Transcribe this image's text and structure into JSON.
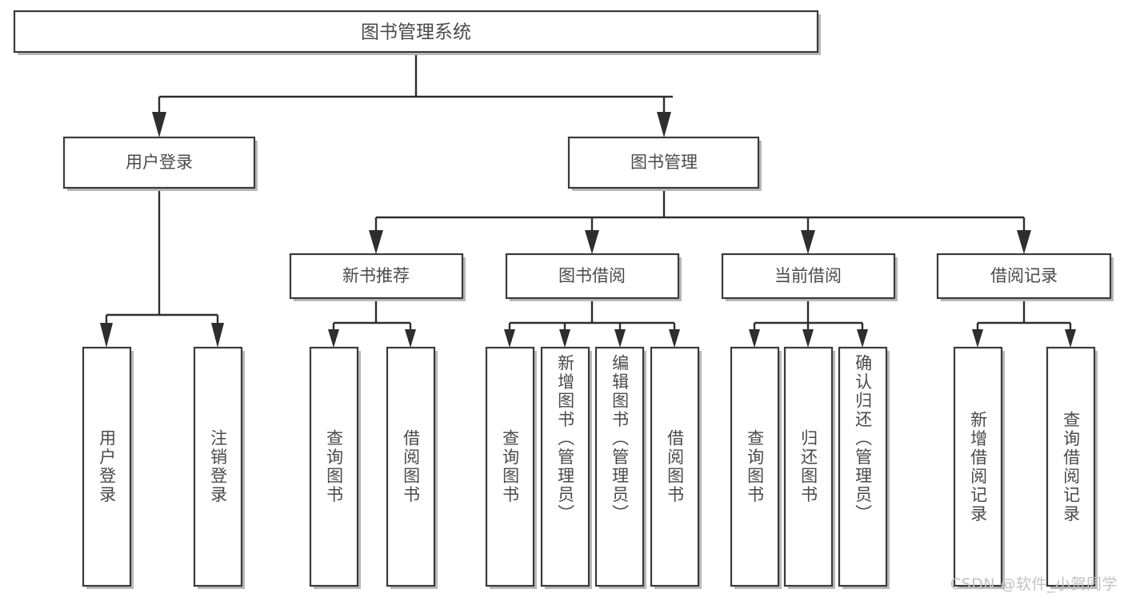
{
  "diagram": {
    "type": "tree",
    "title": "图书管理系统",
    "watermark": "CSDN @软件_小贺同学",
    "colors": {
      "background": "#ffffff",
      "box_stroke": "#3a3a3a",
      "box_fill": "#ffffff",
      "connector": "#2e2e2e",
      "text": "#4a4a4a",
      "watermark": "#c2c2c2"
    },
    "root": {
      "label": "图书管理系统",
      "orientation": "horizontal"
    },
    "level2": [
      {
        "label": "用户登录",
        "orientation": "horizontal"
      },
      {
        "label": "图书管理",
        "orientation": "horizontal"
      }
    ],
    "level3": [
      {
        "label": "新书推荐",
        "orientation": "horizontal"
      },
      {
        "label": "图书借阅",
        "orientation": "horizontal"
      },
      {
        "label": "当前借阅",
        "orientation": "horizontal"
      },
      {
        "label": "借阅记录",
        "orientation": "horizontal"
      }
    ],
    "leaves": {
      "user_login": [
        {
          "label": "用户登录",
          "orientation": "vertical"
        },
        {
          "label": "注销登录",
          "orientation": "vertical"
        }
      ],
      "new_book_recommend": [
        {
          "label": "查询图书",
          "orientation": "vertical"
        },
        {
          "label": "借阅图书",
          "orientation": "vertical"
        }
      ],
      "book_borrow": [
        {
          "label": "查询图书",
          "orientation": "vertical"
        },
        {
          "label": "新增图书（管理员）",
          "orientation": "vertical"
        },
        {
          "label": "编辑图书（管理员）",
          "orientation": "vertical"
        },
        {
          "label": "借阅图书",
          "orientation": "vertical"
        }
      ],
      "current_borrow": [
        {
          "label": "查询图书",
          "orientation": "vertical"
        },
        {
          "label": "归还图书",
          "orientation": "vertical"
        },
        {
          "label": "确认归还（管理员）",
          "orientation": "vertical"
        }
      ],
      "borrow_record": [
        {
          "label": "新增借阅记录",
          "orientation": "vertical"
        },
        {
          "label": "查询借阅记录",
          "orientation": "vertical"
        }
      ]
    }
  }
}
